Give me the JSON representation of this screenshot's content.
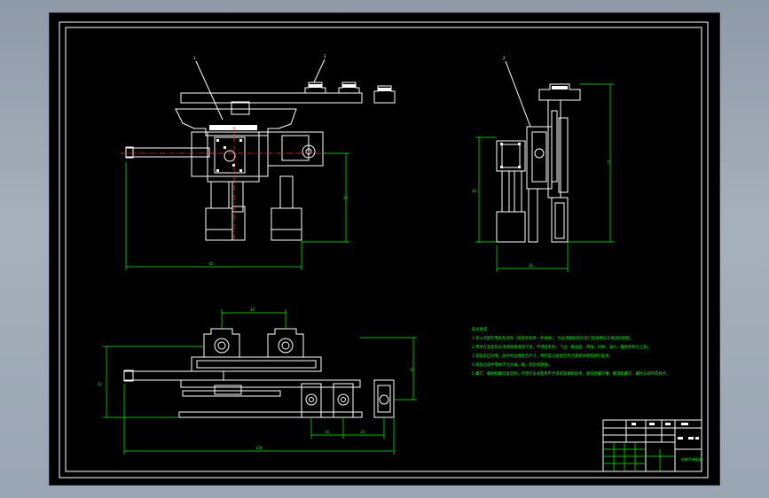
{
  "drawing": {
    "labels": {
      "part_1": "1",
      "part_2": "2",
      "part_3": "3"
    },
    "dimensions": {
      "front_width": "65",
      "front_height": "39",
      "side_width": "36",
      "side_height": "38",
      "side_height_2": "75",
      "top_spacing": "36",
      "top_total": "128",
      "top_height": "35",
      "top_left_height": "42",
      "top_seg_1": "18",
      "top_seg_2": "18"
    },
    "notes": {
      "title": "技术要求",
      "lines": [
        "1.装入装配的零件及部件（包括外购件、外协件），均必须具有检验部门的合格证方能进行装配。",
        "2.零件在装配前必须清理和清洗干净，不得有毛刺、飞边、氧化皮、锈蚀、切屑、油污、着色剂和灰尘等。",
        "3.装配前应对零、部件的主要配合尺寸，特别是过盈配合尺寸及相关精度进行复查。",
        "4.装配过程中零件不允许磕、碰、划伤和锈蚀。",
        "5.螺钉、螺栓和螺母紧固时，严禁打击或使用不合适的旋具和扳手。紧固后螺钉槽、螺母和螺钉、螺栓头部不得损坏。"
      ]
    },
    "title_block": {
      "name": "机械手装配图"
    }
  }
}
